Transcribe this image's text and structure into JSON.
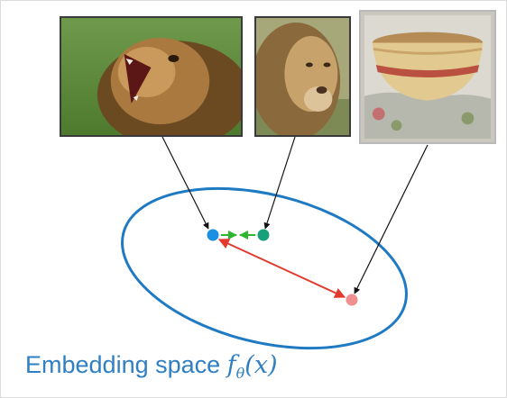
{
  "images": [
    {
      "name": "lion-roaring",
      "subject": "lion"
    },
    {
      "name": "lion-portrait",
      "subject": "lion"
    },
    {
      "name": "bowl",
      "subject": "bowl"
    }
  ],
  "points": [
    {
      "name": "lion-roaring-point",
      "color": "#1a8fe3"
    },
    {
      "name": "lion-portrait-point",
      "color": "#17a07a"
    },
    {
      "name": "bowl-point",
      "color": "#f08f8f"
    }
  ],
  "colors": {
    "ellipse": "#1f7ac4",
    "pull_arrow": "#2db52d",
    "push_arrow": "#e23a2e",
    "caption": "#2e7fc3"
  },
  "caption": {
    "text": "Embedding space ",
    "f": "f",
    "theta": "θ",
    "arg": "(x)"
  }
}
